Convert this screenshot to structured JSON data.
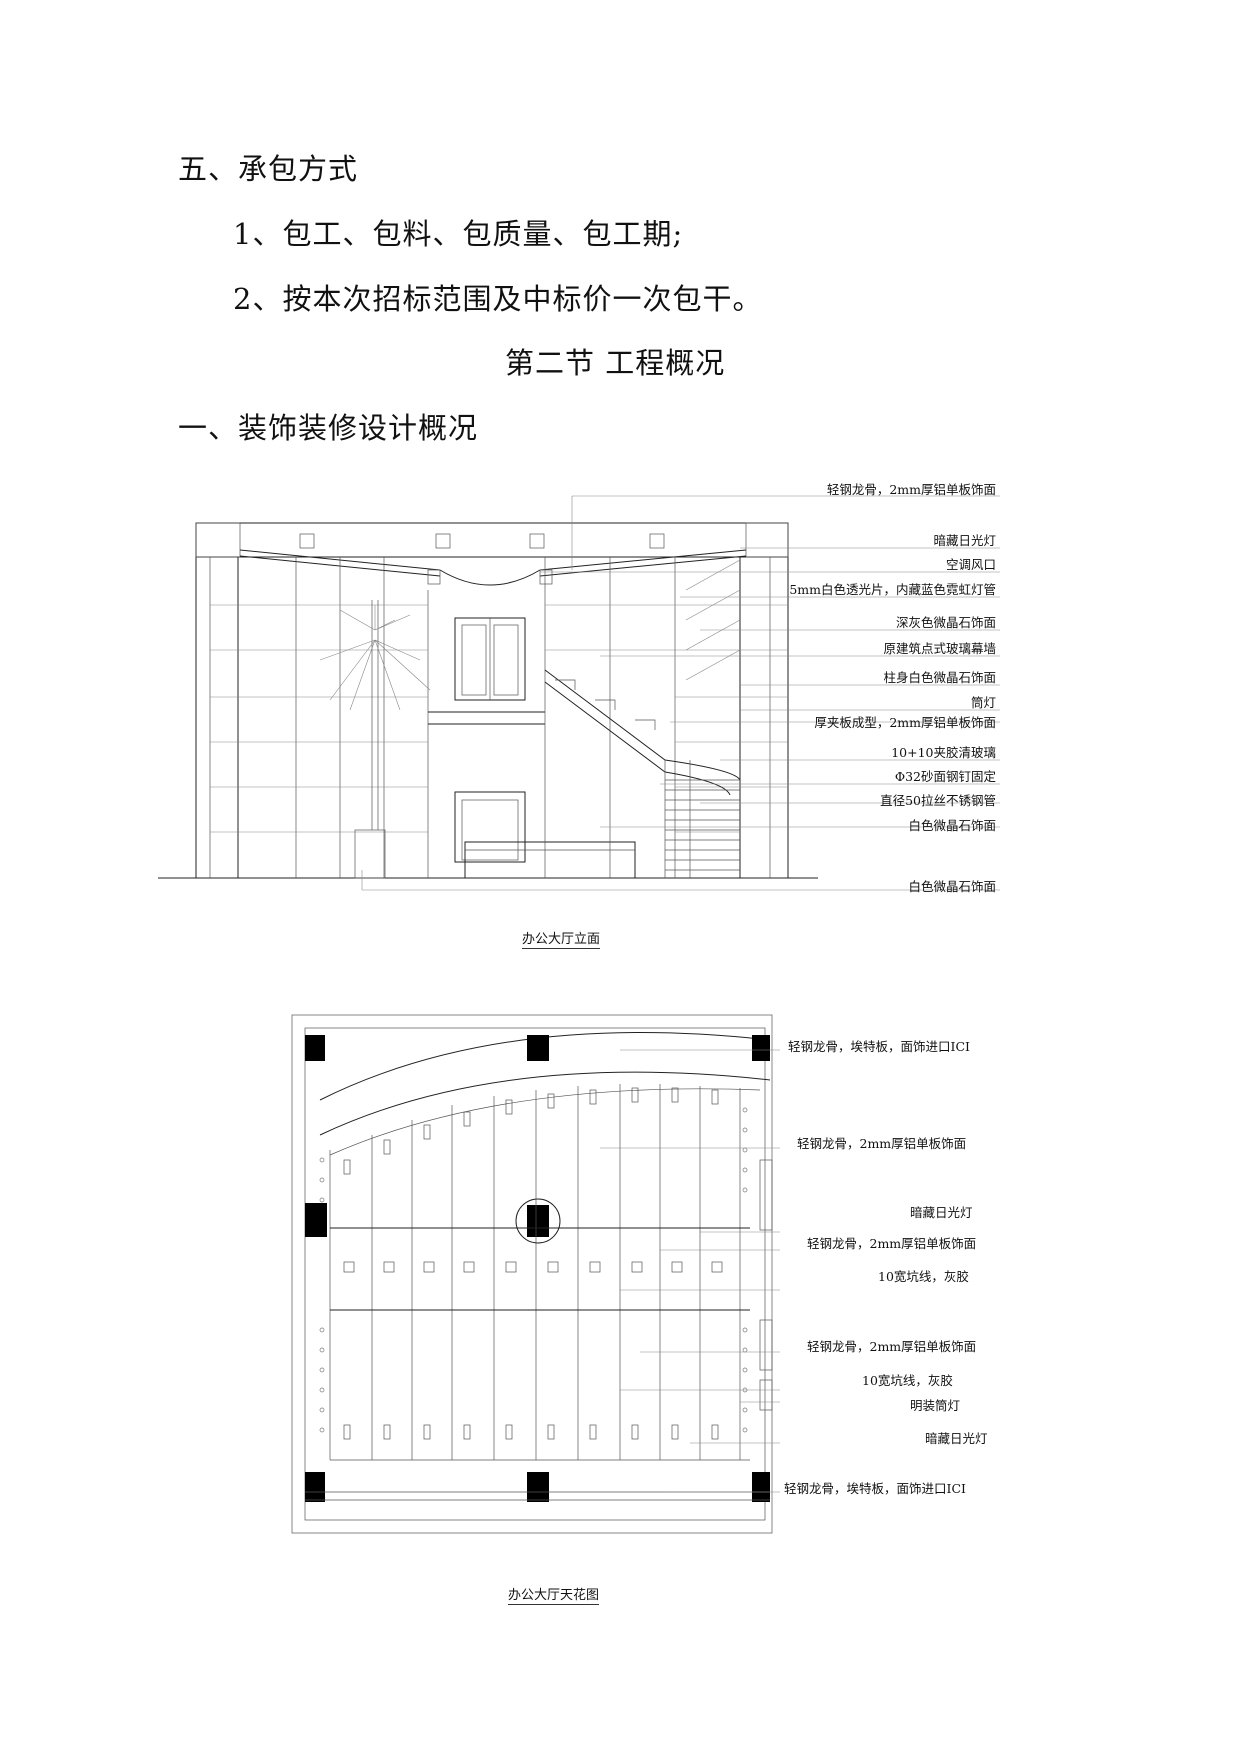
{
  "section_5": {
    "heading": "五、承包方式",
    "items": [
      "1、包工、包料、包质量、包工期;",
      "2、按本次招标范围及中标价一次包干。"
    ]
  },
  "chapter_2": {
    "title": "第二节  工程概况"
  },
  "section_1": {
    "heading": "一、装饰装修设计概况"
  },
  "figure_elevation": {
    "caption": "办公大厅立面",
    "labels": [
      "轻钢龙骨，2mm厚铝单板饰面",
      "暗藏日光灯",
      "空调风口",
      "5mm白色透光片，内藏蓝色霓虹灯管",
      "深灰色微晶石饰面",
      "原建筑点式玻璃幕墙",
      "柱身白色微晶石饰面",
      "筒灯",
      "厚夹板成型，2mm厚铝单板饰面",
      "10+10夹胶清玻璃",
      "Φ32砂面钢钉固定",
      "直径50拉丝不锈钢管",
      "白色微晶石饰面",
      "白色微晶石饰面"
    ]
  },
  "figure_ceiling": {
    "caption": "办公大厅天花图",
    "labels": [
      "轻钢龙骨，埃特板，面饰进口ICI",
      "轻钢龙骨，2mm厚铝单板饰面",
      "暗藏日光灯",
      "轻钢龙骨，2mm厚铝单板饰面",
      "10宽坑线，灰胶",
      "轻钢龙骨，2mm厚铝单板饰面",
      "10宽坑线，灰胶",
      "明装筒灯",
      "暗藏日光灯",
      "轻钢龙骨，埃特板，面饰进口ICI"
    ]
  }
}
